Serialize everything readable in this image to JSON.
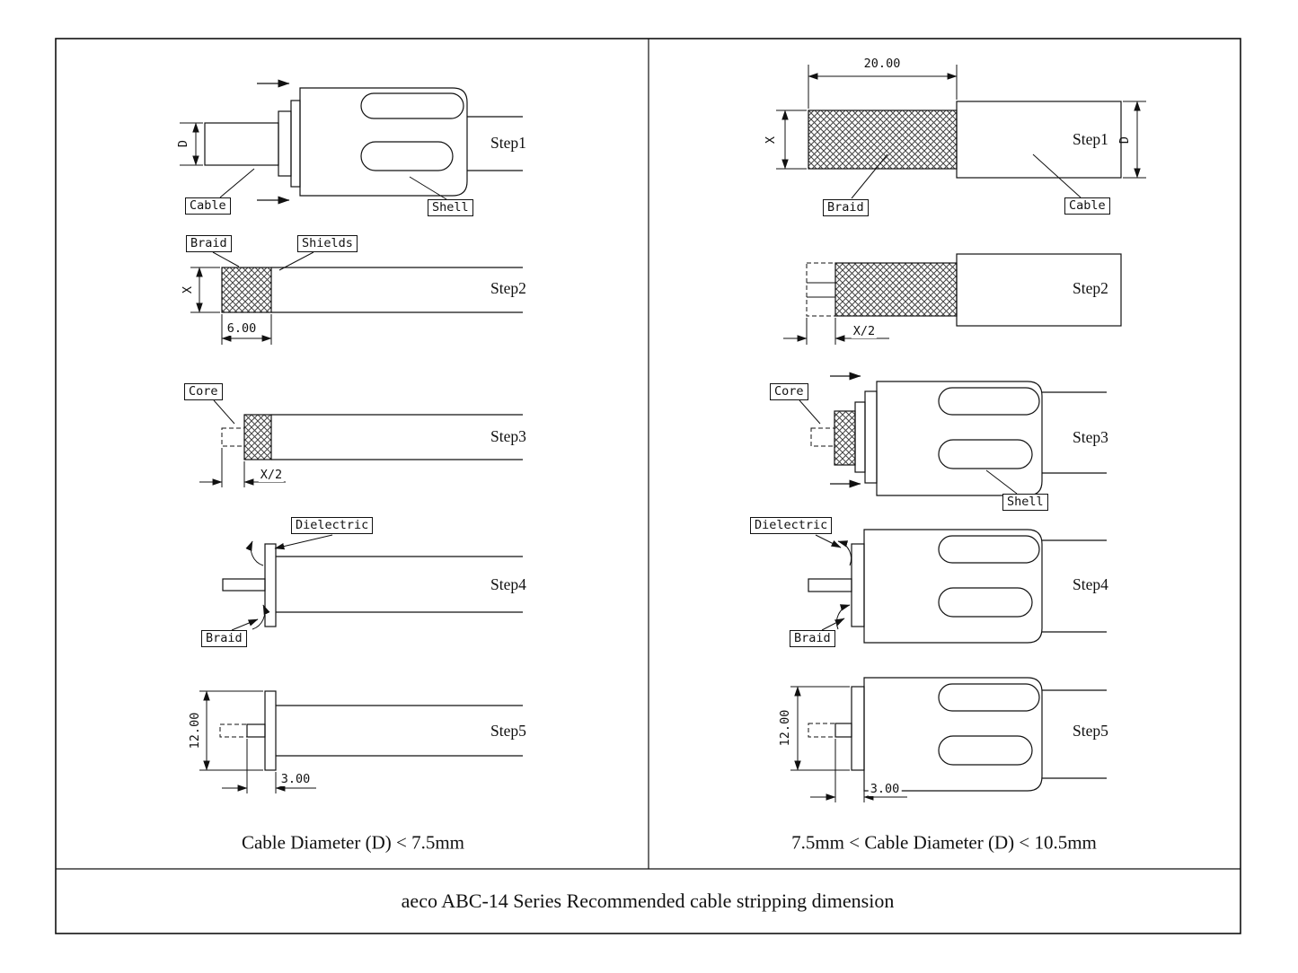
{
  "title": "aeco ABC-14 Series Recommended cable stripping dimension",
  "left": {
    "caption": "Cable Diameter (D) < 7.5mm",
    "steps": [
      "Step1",
      "Step2",
      "Step3",
      "Step4",
      "Step5"
    ],
    "tags": {
      "cable": "Cable",
      "shell": "Shell",
      "braid": "Braid",
      "shields": "Shields",
      "core": "Core",
      "dielectric": "Dielectric",
      "braid_folded": "Braid"
    },
    "dims": {
      "d": "D",
      "x": "X",
      "strip_6": "6.00",
      "x_half": "X/2",
      "len_12": "12.00",
      "len_3": "3.00"
    }
  },
  "right": {
    "caption": "7.5mm < Cable Diameter (D) < 10.5mm",
    "steps": [
      "Step1",
      "Step2",
      "Step3",
      "Step4",
      "Step5"
    ],
    "tags": {
      "braid": "Braid",
      "cable": "Cable",
      "core": "Core",
      "shell": "Shell",
      "dielectric": "Dielectric",
      "braid_folded": "Braid"
    },
    "dims": {
      "strip_20": "20.00",
      "x": "X",
      "d": "D",
      "x_half": "X/2",
      "len_12": "12.00",
      "len_3": "3.00"
    }
  }
}
